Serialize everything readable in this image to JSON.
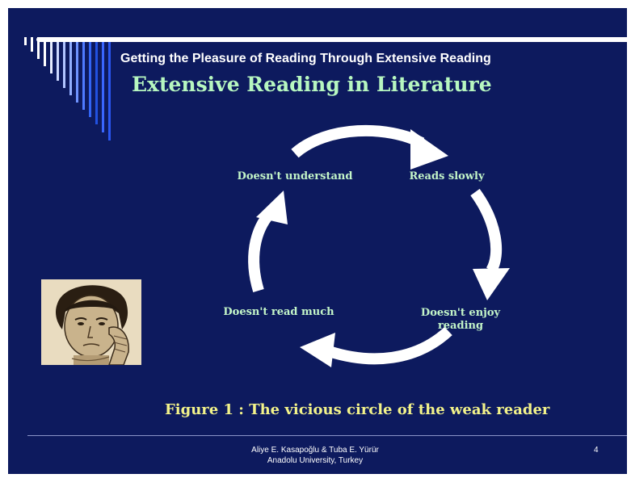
{
  "slide": {
    "subtitle": "Getting the Pleasure of Reading Through Extensive Reading",
    "title": "Extensive Reading in Literature",
    "cycle": {
      "nodes": [
        "Doesn't understand",
        "Reads slowly",
        "Doesn't  enjoy reading",
        "Doesn't read much"
      ]
    },
    "caption": "Figure 1 : The vicious circle of the weak reader",
    "footer": {
      "line1": "Aliye E. Kasapoğlu & Tuba E. Yürür",
      "line2": "Anadolu University, Turkey",
      "page_number": "4"
    }
  },
  "colors": {
    "background": "#0d1a5e",
    "title": "#b7f7c0",
    "node_text": "#c3f5c8",
    "caption": "#f3f38a",
    "arrow": "#ffffff"
  },
  "icons": [
    "decorative-bars",
    "cycle-arrow",
    "sad-boy-portrait"
  ]
}
